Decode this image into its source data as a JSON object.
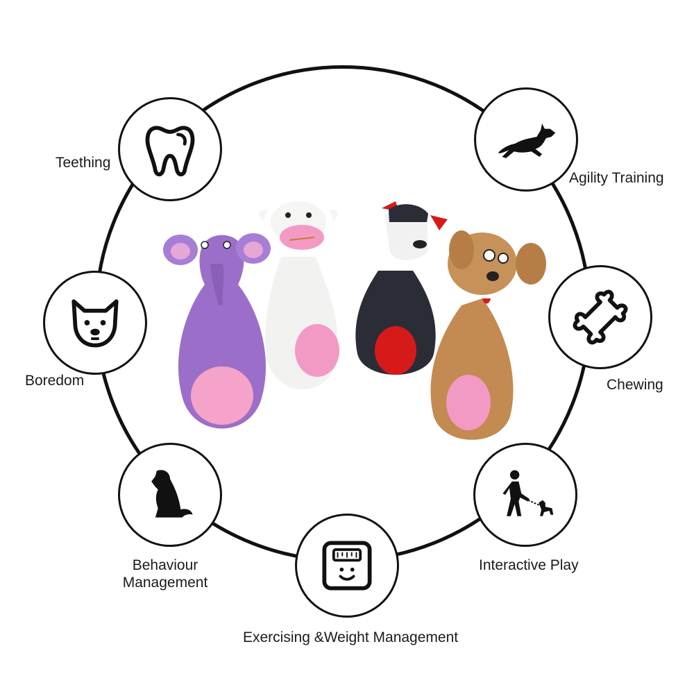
{
  "benefits": {
    "teething": {
      "label": "Teething",
      "icon": "tooth-icon"
    },
    "agility": {
      "label": "Agility Training",
      "icon": "running-dog-icon"
    },
    "boredom": {
      "label": "Boredom",
      "icon": "dog-face-icon"
    },
    "chewing": {
      "label": "Chewing",
      "icon": "bone-icon"
    },
    "behaviour": {
      "line1": "Behaviour",
      "line2": "Management",
      "icon": "sitting-dog-icon"
    },
    "interactive": {
      "label": "Interactive Play",
      "icon": "person-walking-dog-icon"
    },
    "exercising": {
      "label": "Exercising &Weight Management",
      "icon": "weighing-scale-icon"
    }
  },
  "toys": [
    {
      "name": "elephant-toy",
      "color": "#9b6fc9",
      "belly": "#f5a3c8"
    },
    {
      "name": "cow-toy",
      "color": "#f2f2f0",
      "belly": "#f39ac4"
    },
    {
      "name": "black-cow-toy",
      "color": "#2a2d36",
      "belly": "#d61a1a"
    },
    {
      "name": "brown-dog-toy",
      "color": "#c38a52",
      "belly": "#f39ac4"
    }
  ]
}
